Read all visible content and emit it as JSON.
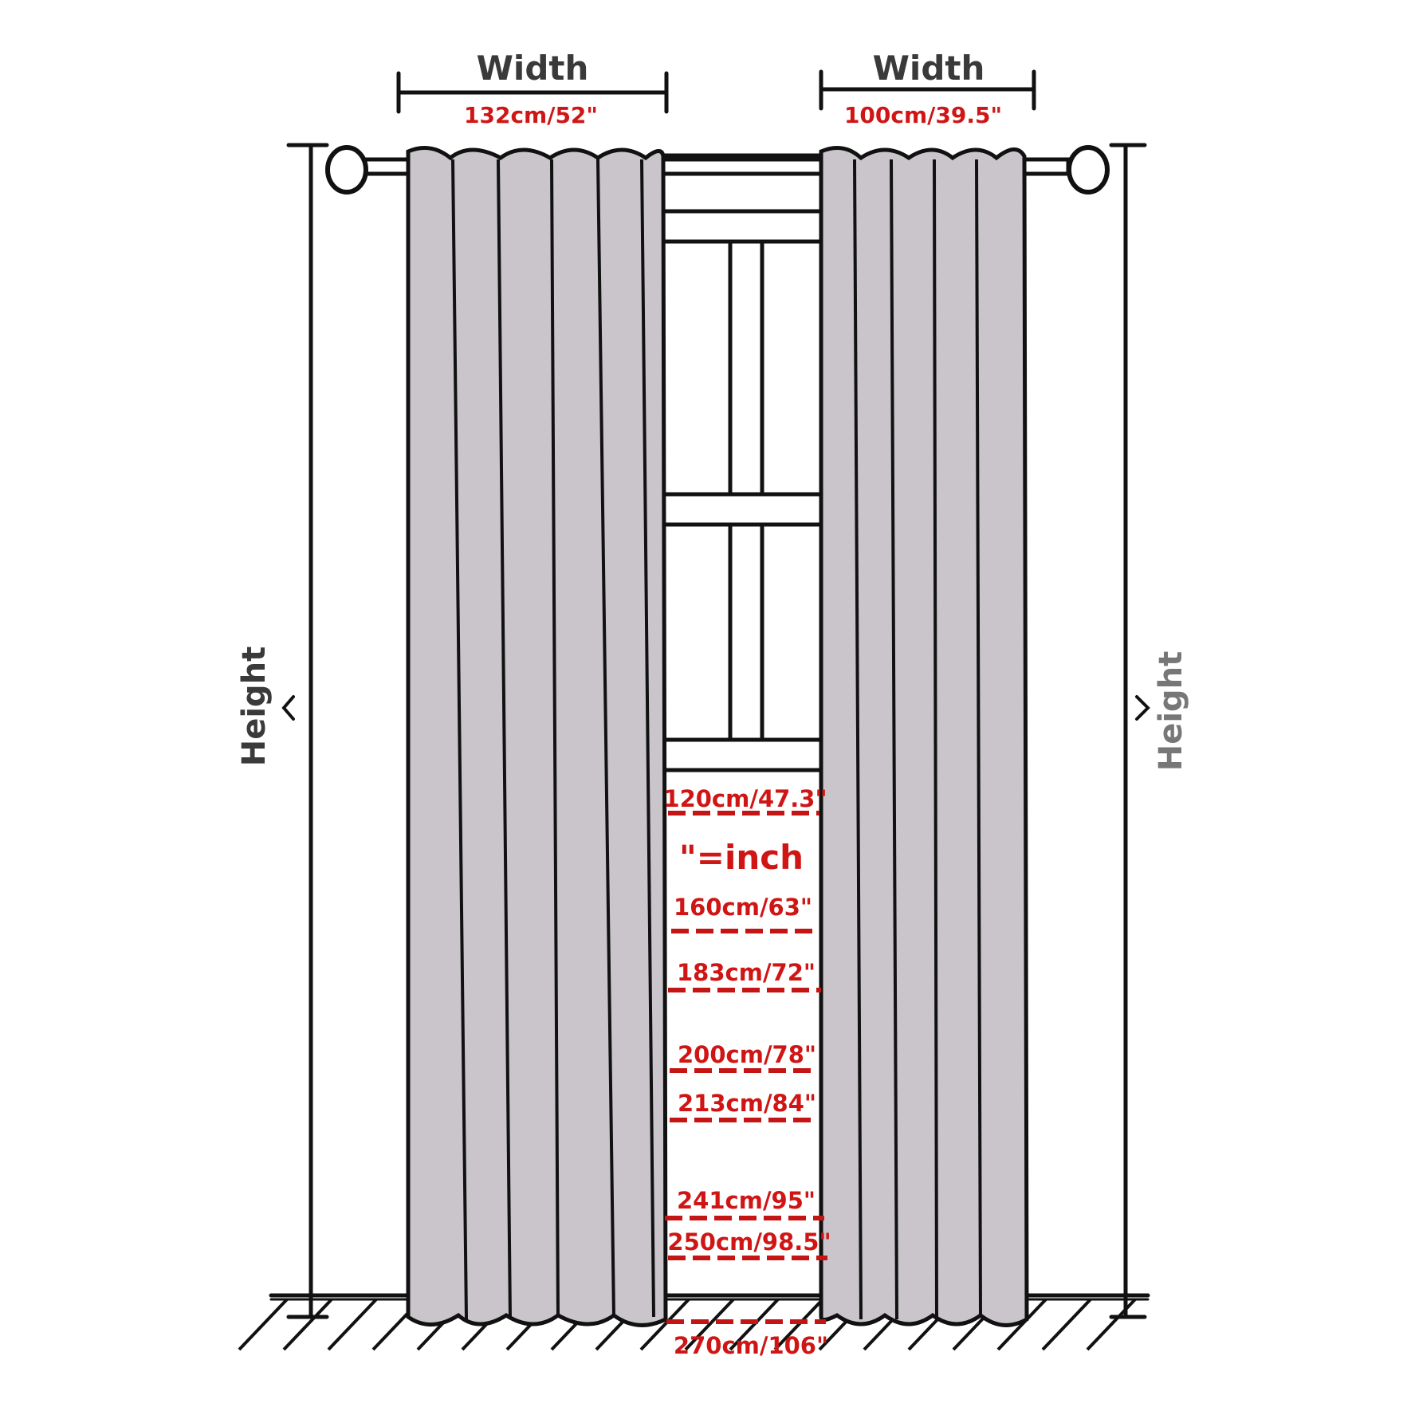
{
  "colors": {
    "ink": "#111111",
    "fabric": "#c9c5cb",
    "measure_red": "#d01515",
    "title_gray": "#3a3a3a"
  },
  "left_panel": {
    "width_title": "Width",
    "width_value": "132cm/52\""
  },
  "right_panel": {
    "width_title": "Width",
    "width_value": "100cm/39.5\""
  },
  "height_label_left": "Height",
  "height_label_right": "Height",
  "unit_note": "\"=inch",
  "length_options": [
    {
      "label": "120cm/47.3\""
    },
    {
      "label": "160cm/63\""
    },
    {
      "label": "183cm/72\""
    },
    {
      "label": "200cm/78\""
    },
    {
      "label": "213cm/84\""
    },
    {
      "label": "241cm/95\""
    },
    {
      "label": "250cm/98.5\""
    },
    {
      "label": "270cm/106\""
    }
  ],
  "icons": {
    "left_rod_end": "ring-finial-icon",
    "right_rod_end": "ring-finial-icon",
    "left_arrow": "chevron-left-icon",
    "right_arrow": "chevron-right-icon"
  }
}
